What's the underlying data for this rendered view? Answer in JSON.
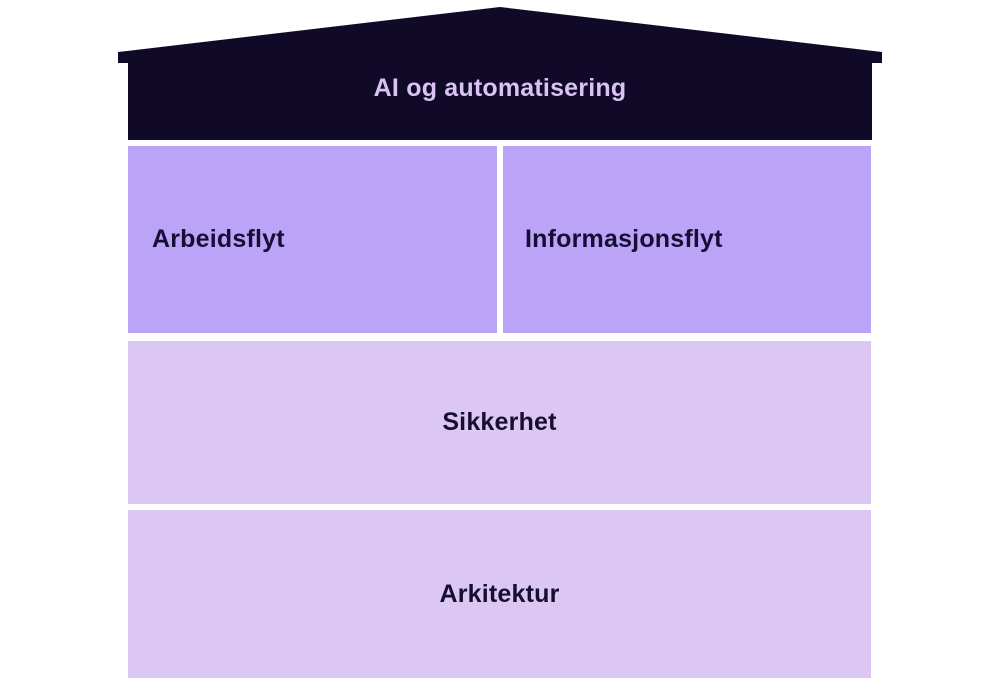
{
  "page": {
    "background": "#ffffff"
  },
  "roof": {
    "label": "AI og automatisering",
    "fill": "#100a28",
    "label_color": "#d9c3f2"
  },
  "boxes": {
    "arbeidsflyt": {
      "label": "Arbeidsflyt",
      "fill": "#bba4f8"
    },
    "informasjonsflyt": {
      "label": "Informasjonsflyt",
      "fill": "#bba4f8"
    },
    "sikkerhet": {
      "label": "Sikkerhet",
      "fill": "#dcc7f3"
    },
    "arkitektur": {
      "label": "Arkitektur",
      "fill": "#dcc7f3"
    }
  },
  "label_color": "#160e33"
}
